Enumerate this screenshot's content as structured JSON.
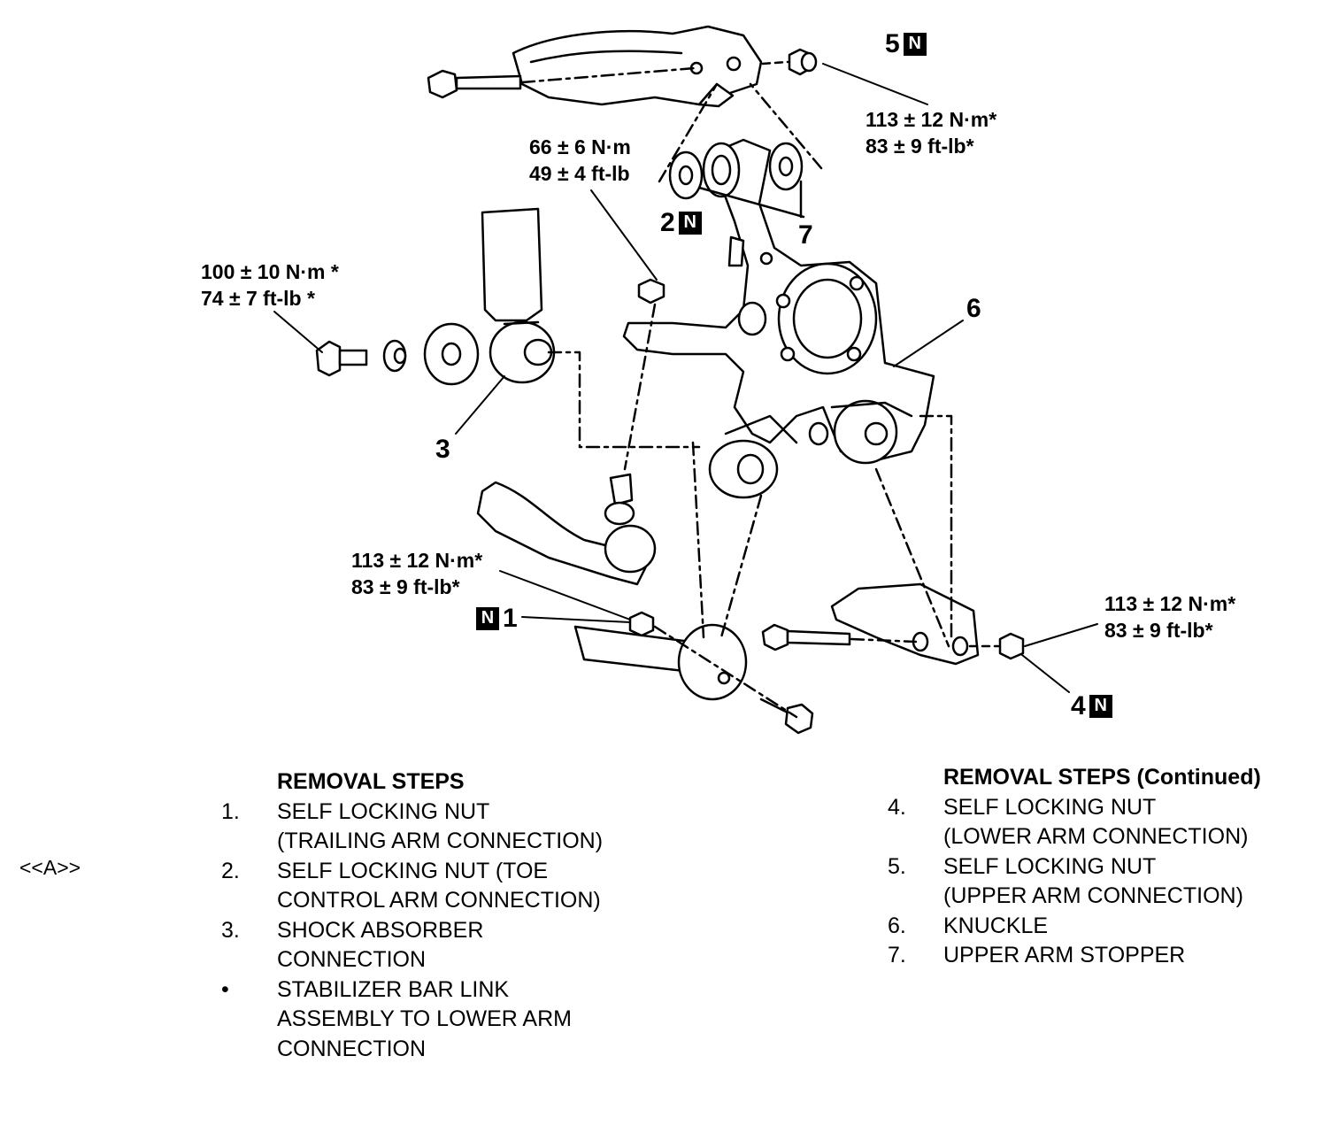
{
  "torque_labels": {
    "nut5": {
      "line1": "113 ± 12 N·m*",
      "line2": "83 ± 9 ft-lb*"
    },
    "nut2": {
      "line1": "66 ± 6 N·m",
      "line2": "49 ± 4 ft-lb"
    },
    "shock": {
      "line1": "100 ± 10 N·m *",
      "line2": "74 ± 7 ft-lb *"
    },
    "nut1": {
      "line1": "113 ± 12 N·m*",
      "line2": "83 ± 9 ft-lb*"
    },
    "nut4": {
      "line1": "113 ± 12 N·m*",
      "line2": "83 ± 9 ft-lb*"
    }
  },
  "callouts": {
    "c1": "1",
    "c2": "2",
    "c3": "3",
    "c4": "4",
    "c5": "5",
    "c6": "6",
    "c7": "7",
    "new_part_marker": "N"
  },
  "reference_mark": "<<A>>",
  "left_steps": {
    "heading": "REMOVAL STEPS",
    "items": [
      {
        "num": "1.",
        "text": "SELF LOCKING NUT\n(TRAILING ARM CONNECTION)"
      },
      {
        "num": "2.",
        "text": "SELF LOCKING NUT (TOE\nCONTROL ARM CONNECTION)"
      },
      {
        "num": "3.",
        "text": "SHOCK ABSORBER\nCONNECTION"
      },
      {
        "num": "•",
        "text": "STABILIZER BAR LINK\nASSEMBLY TO LOWER ARM\nCONNECTION"
      }
    ]
  },
  "right_steps": {
    "heading": "REMOVAL STEPS (Continued)",
    "items": [
      {
        "num": "4.",
        "text": "SELF LOCKING NUT\n(LOWER ARM CONNECTION)"
      },
      {
        "num": "5.",
        "text": "SELF LOCKING NUT\n(UPPER ARM CONNECTION)"
      },
      {
        "num": "6.",
        "text": "KNUCKLE"
      },
      {
        "num": "7.",
        "text": "UPPER ARM STOPPER"
      }
    ]
  }
}
